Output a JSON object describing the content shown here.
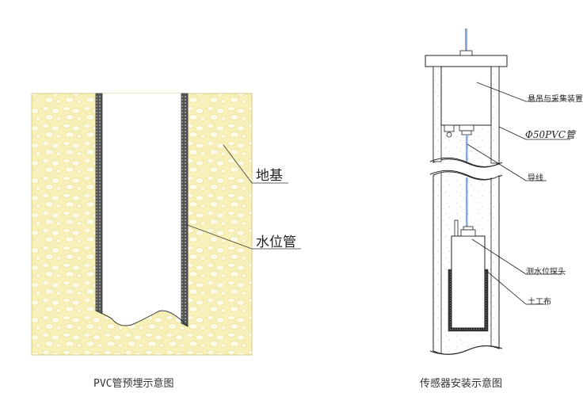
{
  "left_figure": {
    "caption": "PVC管预埋示意图",
    "label_foundation": "地基",
    "label_water_pipe": "水位管"
  },
  "right_figure": {
    "caption": "传感器安装示意图",
    "label_hanging_device": "悬吊与采集装置",
    "label_pvc_pipe": "Φ50PVC管",
    "label_wire": "导线",
    "label_probe": "测水位探头",
    "label_geotextile": "土工布"
  },
  "colors": {
    "soil_fill": "#f7f0b8",
    "soil_pebble": "#fdfbe6",
    "pipe_wall": "#666666",
    "wire": "#8aa8d8",
    "line": "#222222"
  }
}
